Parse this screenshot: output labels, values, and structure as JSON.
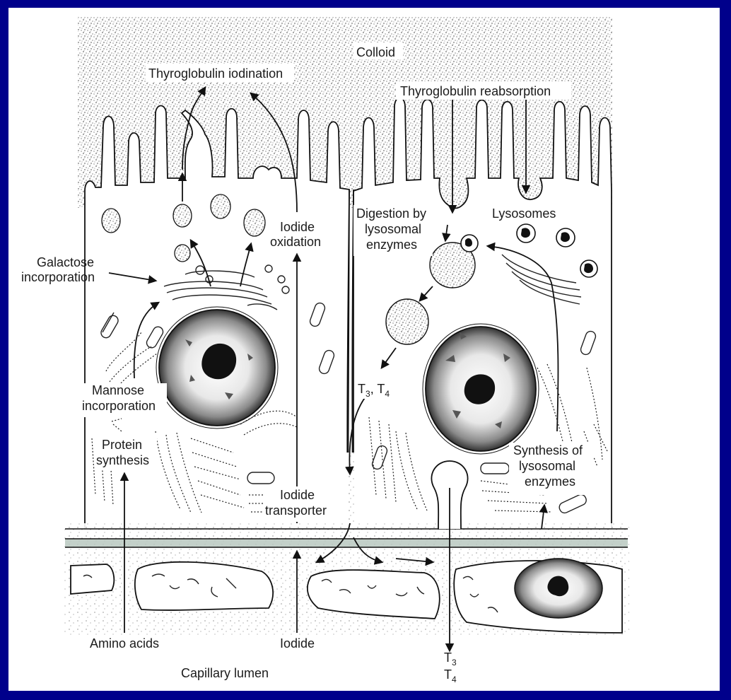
{
  "labels": {
    "colloid": "Colloid",
    "thyroglobulin_iodination": "Thyroglobulin iodination",
    "thyroglobulin_reabsorption": "Thyroglobulin reabsorption",
    "iodide_oxidation_1": "Iodide",
    "iodide_oxidation_2": "oxidation",
    "galactose_1": "Galactose",
    "galactose_2": "incorporation",
    "mannose_1": "Mannose",
    "mannose_2": "incorporation",
    "protein_1": "Protein",
    "protein_2": "synthesis",
    "iodide_transporter_1": "Iodide",
    "iodide_transporter_2": "transporter",
    "digestion_1": "Digestion by",
    "digestion_2": "lysosomal",
    "digestion_3": "enzymes",
    "lysosomes": "Lysosomes",
    "t3t4_cell": "T",
    "t3t4_cell_sub3": "3",
    "t3t4_cell_sep": ", T",
    "t3t4_cell_sub4": "4",
    "synthesis_lyso_1": "Synthesis of",
    "synthesis_lyso_2": "lysosomal",
    "synthesis_lyso_3": "enzymes",
    "amino_acids": "Amino acids",
    "iodide": "Iodide",
    "capillary_lumen": "Capillary lumen",
    "t3_out": "T",
    "t3_out_sub": "3",
    "t4_out": "T",
    "t4_out_sub": "4"
  },
  "colors": {
    "border": "#00008b",
    "background": "#ffffff",
    "ink": "#111111",
    "basement_membrane": "#b8c8c0"
  }
}
